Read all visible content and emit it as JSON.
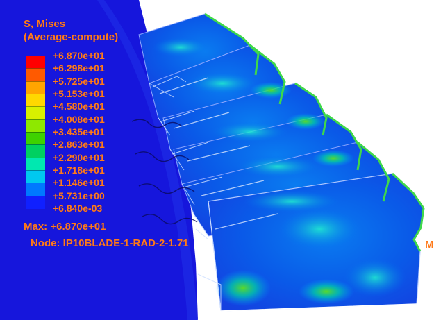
{
  "colors": {
    "text": "#ff7a1a",
    "background": "#ffffff",
    "model_base": "#1818e0"
  },
  "legend": {
    "title_line1": "S, Mises",
    "title_line2": "(Average-compute)",
    "levels": [
      "+6.870e+01",
      "+6.298e+01",
      "+5.725e+01",
      "+5.153e+01",
      "+4.580e+01",
      "+4.008e+01",
      "+3.435e+01",
      "+2.863e+01",
      "+2.290e+01",
      "+1.718e+01",
      "+1.146e+01",
      "+5.731e+00",
      "+6.840e-03"
    ],
    "band_colors": [
      "#ff0000",
      "#ff5a00",
      "#ffa500",
      "#ffd800",
      "#d8f000",
      "#8ee800",
      "#3ed200",
      "#00d060",
      "#00e8b0",
      "#00c8f0",
      "#0078ff",
      "#1020ff"
    ]
  },
  "info": {
    "max_line": "Max: +6.870e+01",
    "node_line": "Node: IP10BLADE-1-RAD-2-1.71"
  },
  "marker_text": "M"
}
